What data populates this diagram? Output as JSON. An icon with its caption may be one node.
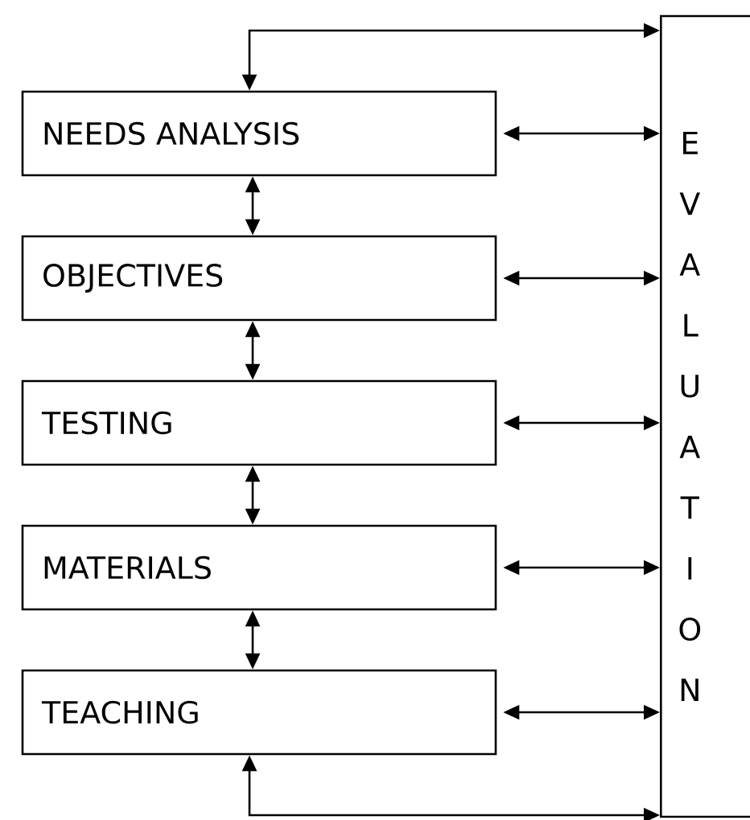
{
  "diagram": {
    "nodes": [
      {
        "text": [
          "NEEDS ANALYSIS"
        ]
      },
      {
        "text": [
          "OBJECTIVES"
        ]
      },
      {
        "text": [
          "TESTING"
        ]
      },
      {
        "text": [
          "MATERIALS"
        ]
      },
      {
        "text": [
          "TEACHING"
        ]
      },
      {
        "text": [
          "E V A L U A T I O N"
        ]
      }
    ],
    "edges": [
      {
        "from": 0,
        "to": 1,
        "arrow": "both"
      },
      {
        "from": 1,
        "to": 2,
        "arrow": "both"
      },
      {
        "from": 2,
        "to": 3,
        "arrow": "both"
      },
      {
        "from": 3,
        "to": 4,
        "arrow": "both"
      },
      {
        "from": 0,
        "to": 5,
        "arrow": "both"
      },
      {
        "from": 0,
        "to": 5,
        "arrow": "both"
      },
      {
        "from": 1,
        "to": 5,
        "arrow": "both"
      },
      {
        "from": 2,
        "to": 5,
        "arrow": "both"
      },
      {
        "from": 3,
        "to": 5,
        "arrow": "both"
      },
      {
        "from": 4,
        "to": 5,
        "arrow": "both"
      },
      {
        "from": 4,
        "to": 5,
        "arrow": "both"
      }
    ]
  }
}
